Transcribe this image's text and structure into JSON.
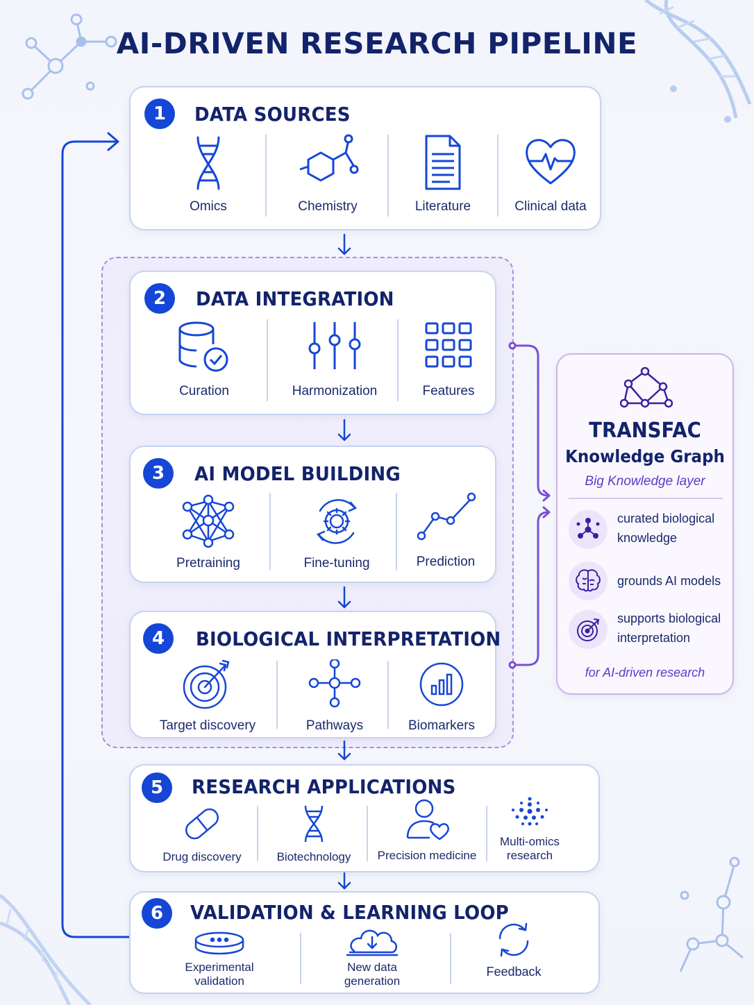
{
  "title": "AI-DRIVEN RESEARCH PIPELINE",
  "stages": [
    {
      "number": "1",
      "heading": "DATA SOURCES",
      "items": [
        {
          "label": "Omics",
          "icon": "dna-icon"
        },
        {
          "label": "Chemistry",
          "icon": "molecule-icon"
        },
        {
          "label": "Literature",
          "icon": "document-icon"
        },
        {
          "label": "Clinical data",
          "icon": "heart-pulse-icon"
        }
      ]
    },
    {
      "number": "2",
      "heading": "DATA INTEGRATION",
      "items": [
        {
          "label": "Curation",
          "icon": "database-check-icon"
        },
        {
          "label": "Harmonization",
          "icon": "sliders-icon"
        },
        {
          "label": "Features",
          "icon": "grid-icon"
        }
      ]
    },
    {
      "number": "3",
      "heading": "AI MODEL BUILDING",
      "items": [
        {
          "label": "Pretraining",
          "icon": "neural-network-icon"
        },
        {
          "label": "Fine-tuning",
          "icon": "gear-cycle-icon"
        },
        {
          "label": "Prediction",
          "icon": "trend-line-icon"
        }
      ]
    },
    {
      "number": "4",
      "heading": "BIOLOGICAL INTERPRETATION",
      "items": [
        {
          "label": "Target discovery",
          "icon": "target-icon"
        },
        {
          "label": "Pathways",
          "icon": "pathway-icon"
        },
        {
          "label": "Biomarkers",
          "icon": "bar-chart-icon"
        }
      ]
    },
    {
      "number": "5",
      "heading": "RESEARCH APPLICATIONS",
      "items": [
        {
          "label": "Drug discovery",
          "icon": "pill-icon"
        },
        {
          "label": "Biotechnology",
          "icon": "dna-icon"
        },
        {
          "label": "Precision medicine",
          "icon": "person-heart-icon"
        },
        {
          "label": "Multi-omics research",
          "icon": "dot-cluster-icon"
        }
      ]
    },
    {
      "number": "6",
      "heading": "VALIDATION & LEARNING LOOP",
      "items": [
        {
          "label": "Experimental validation",
          "icon": "petri-dish-icon"
        },
        {
          "label": "New data generation",
          "icon": "cloud-download-icon"
        },
        {
          "label": "Feedback",
          "icon": "refresh-icon"
        }
      ]
    }
  ],
  "knowledge_graph": {
    "title_line1": "TRANSFAC",
    "title_line2": "Knowledge Graph",
    "subtitle": "Big Knowledge layer",
    "features": [
      {
        "text": "curated biological knowledge",
        "icon": "network-nodes-icon"
      },
      {
        "text": "grounds AI models",
        "icon": "brain-icon"
      },
      {
        "text": "supports biological interpretation",
        "icon": "target-icon"
      }
    ],
    "footer": "for AI-driven research",
    "icon": "graph-network-icon"
  },
  "colors": {
    "primary": "#1546d6",
    "heading": "#13236b",
    "accent_purple": "#7b4fd6",
    "card_border": "#c7d3ef"
  }
}
